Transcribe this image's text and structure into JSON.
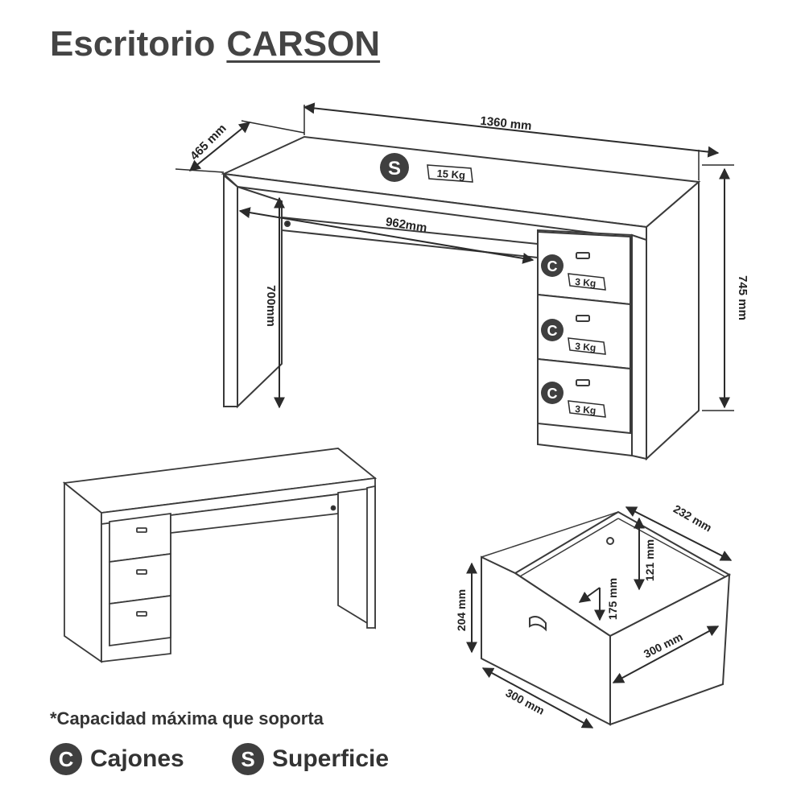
{
  "title": {
    "prefix": "Escritorio",
    "model": "CARSON"
  },
  "dimensions": {
    "width": "1360 mm",
    "depth": "465 mm",
    "height": "745 mm",
    "inner_width": "962mm",
    "inner_height": "700mm"
  },
  "drawer_dimensions": {
    "depth": "232 mm",
    "inner_height": "121 mm",
    "inner_depth": "175 mm",
    "front_height": "204 mm",
    "inner_width": "300 mm",
    "front_width": "300 mm"
  },
  "capacity": {
    "surface_badge": "S",
    "surface_load": "15 Kg",
    "drawer_badge": "C",
    "drawer_load": "3 Kg"
  },
  "footnote": "*Capacidad máxima que soporta",
  "legend": [
    {
      "badge": "C",
      "label": "Cajones"
    },
    {
      "badge": "S",
      "label": "Superficie"
    }
  ],
  "colors": {
    "line": "#3a3a3a",
    "badge": "#3f3f3f",
    "title": "#444444"
  }
}
